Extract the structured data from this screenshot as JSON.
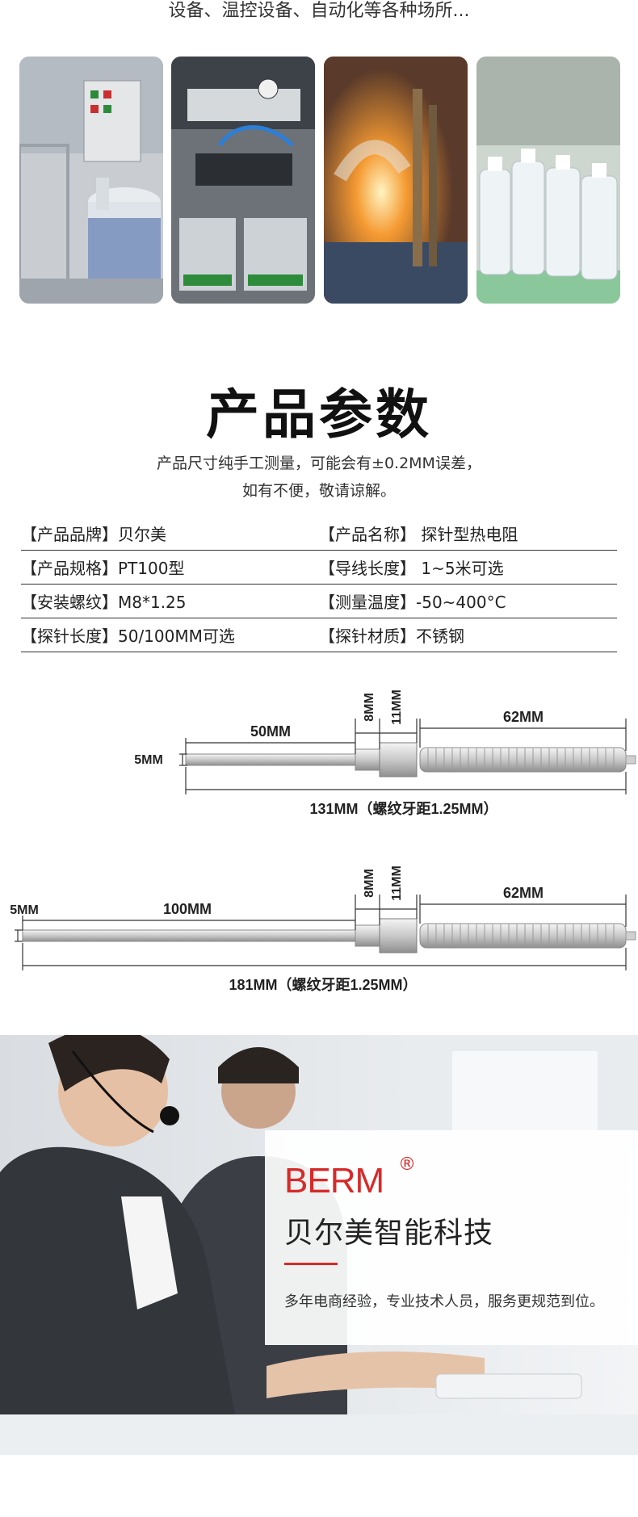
{
  "intro_tail": "设备、温控设备、自动化等各种场所...",
  "scenes": [
    {
      "icon": "pharmaceutical-tank-photo"
    },
    {
      "icon": "pneumatic-machine-photo"
    },
    {
      "icon": "furnace-photo"
    },
    {
      "icon": "bottle-line-photo"
    }
  ],
  "params_section": {
    "title": "产品参数",
    "note_line1": "产品尺寸纯手工测量，可能会有±0.2MM误差，",
    "note_line2": "如有不便，敬请谅解。",
    "rows": [
      {
        "left": "【产品品牌】贝尔美",
        "right": "【产品名称】 探针型热电阻"
      },
      {
        "left": "【产品规格】PT100型",
        "right": "【导线长度】 1~5米可选"
      },
      {
        "left": "【安装螺纹】M8*1.25",
        "right": "【测量温度】-50~400°C"
      },
      {
        "left": "【探针长度】50/100MM可选",
        "right": "【探针材质】不锈钢"
      }
    ]
  },
  "dimension_1": {
    "probe": "50MM",
    "thread": "8MM",
    "nut": "11MM",
    "spring": "62MM",
    "dia": "5MM",
    "total": "131MM（螺纹牙距1.25MM）"
  },
  "dimension_2": {
    "probe": "100MM",
    "thread": "8MM",
    "nut": "11MM",
    "spring": "62MM",
    "dia": "5MM",
    "total": "181MM（螺纹牙距1.25MM）"
  },
  "brand_banner": {
    "logo": "BERM",
    "reg": "®",
    "name": "贝尔美智能科技",
    "slogan": "多年电商经验，专业技术人员，服务更规范到位。"
  }
}
